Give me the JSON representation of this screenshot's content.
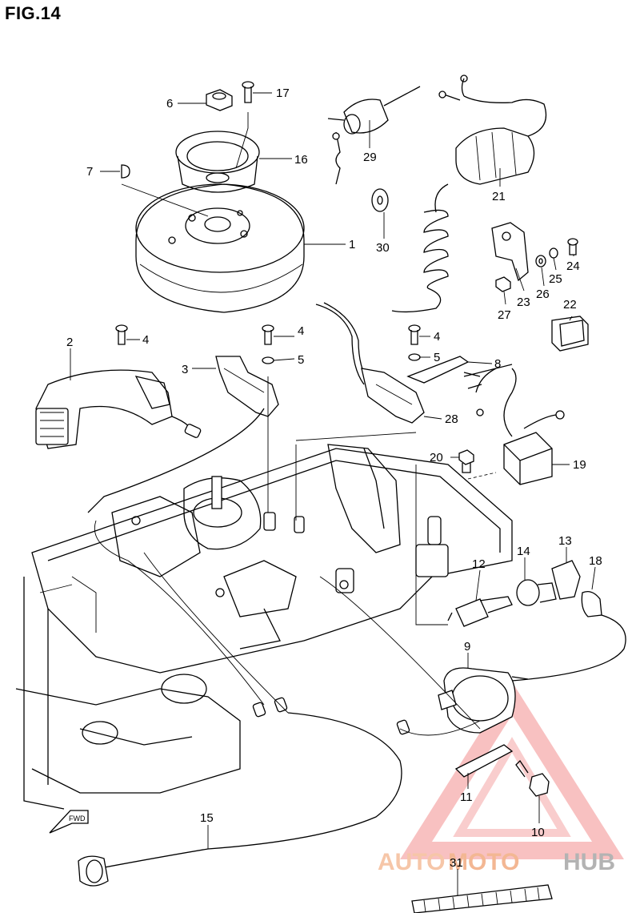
{
  "figure": {
    "title": "FIG.14"
  },
  "fwd_label": "FWD",
  "watermark": {
    "part1": "AUTO",
    "part2": "MOTO",
    "part3": "HUB",
    "colors": {
      "auto": "#f4b48c",
      "moto": "#f0a070",
      "hub": "#9a9a9a",
      "triangle": "#ee6a6a"
    }
  },
  "callouts": [
    "1",
    "2",
    "3",
    "4",
    "4",
    "4",
    "5",
    "5",
    "6",
    "7",
    "8",
    "9",
    "10",
    "11",
    "12",
    "13",
    "14",
    "15",
    "16",
    "17",
    "18",
    "19",
    "20",
    "21",
    "22",
    "23",
    "24",
    "25",
    "26",
    "27",
    "28",
    "29",
    "30",
    "31"
  ]
}
